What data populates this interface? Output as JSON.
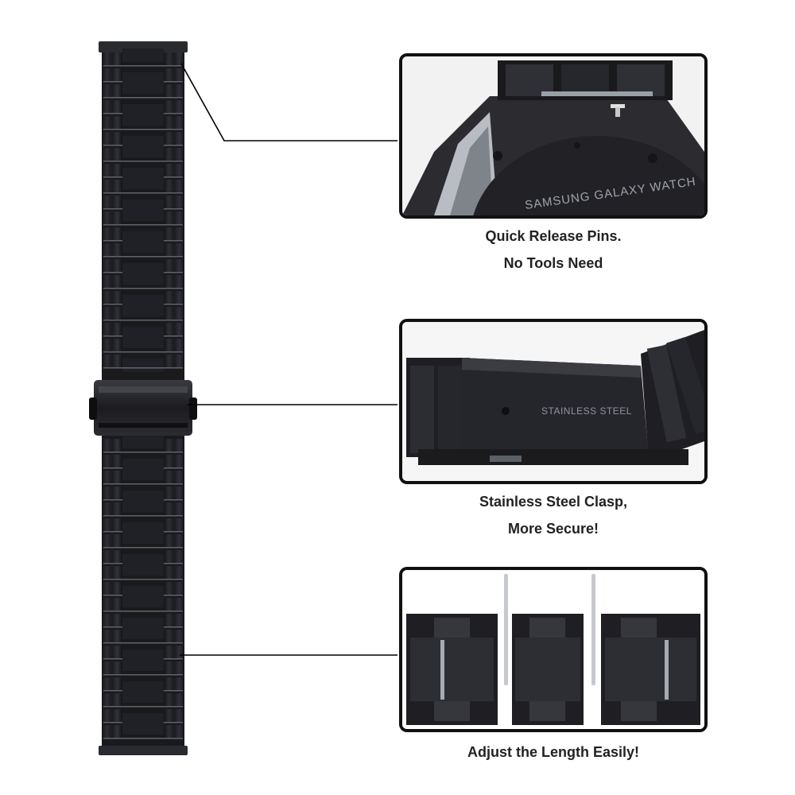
{
  "image": {
    "subject": "black stainless steel watch band"
  },
  "callouts": [
    {
      "caption_line_1": "Quick Release Pins.",
      "caption_line_2": "No Tools Need",
      "engraving": "SAMSUNG GALAXY WATCH"
    },
    {
      "caption_line_1": "Stainless Steel Clasp,",
      "caption_line_2": "More Secure!",
      "engraving": "STAINLESS STEEL"
    },
    {
      "caption_line_1": "Adjust the Length Easily!"
    }
  ],
  "colors": {
    "band_dark": "#1b1b1e",
    "band_mid": "#2c2c31",
    "band_highlight": "#8a8f96",
    "panel_border": "#111111",
    "caption_text": "#222222",
    "leader_line": "#000000"
  }
}
